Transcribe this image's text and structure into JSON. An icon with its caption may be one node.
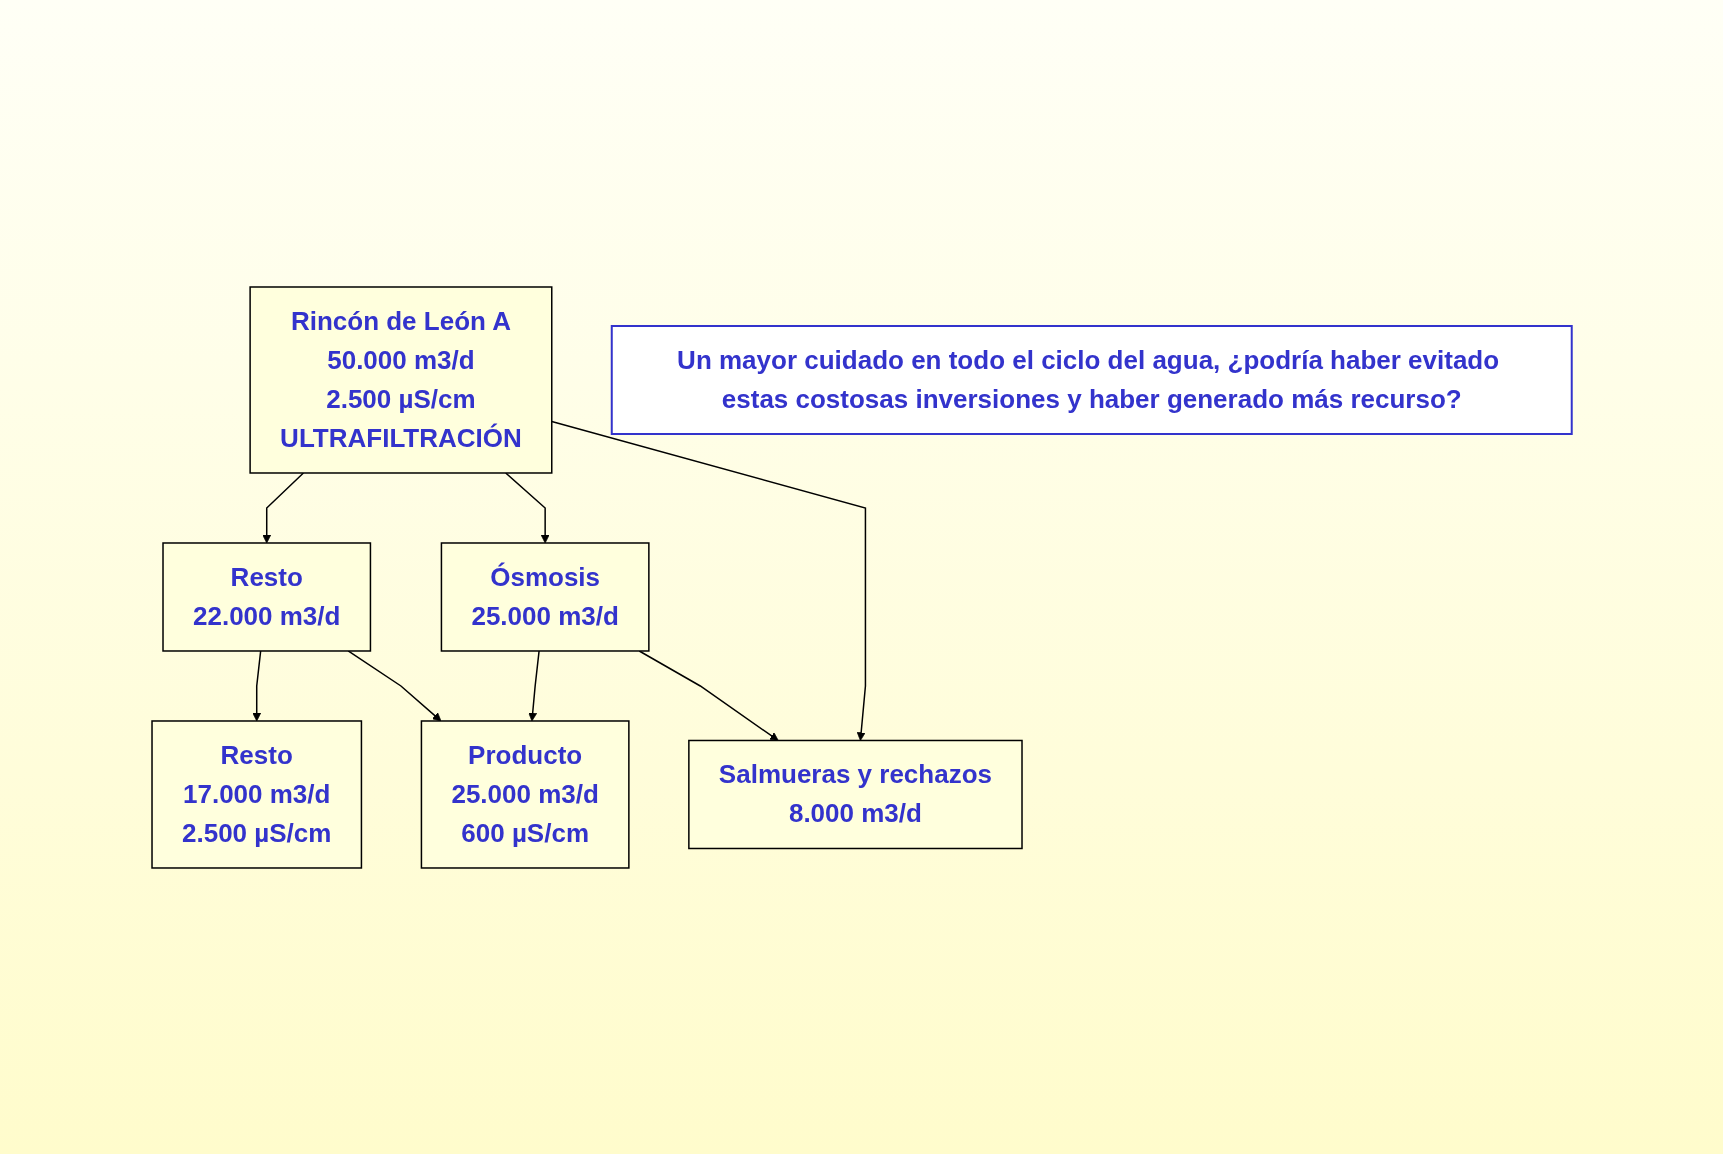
{
  "diagram": {
    "nodes": [
      {
        "text": [
          "Rincón de León A",
          "50.000 m3/d",
          "2.500 µS/cm",
          "ULTRAFILTRACIÓN"
        ]
      },
      {
        "text": [
          "Resto",
          "22.000 m3/d"
        ]
      },
      {
        "text": [
          "Ósmosis",
          "25.000 m3/d"
        ]
      },
      {
        "text": [
          "Resto",
          "17.000 m3/d",
          "2.500 µS/cm"
        ]
      },
      {
        "text": [
          "Producto",
          "25.000 m3/d",
          "600 µS/cm"
        ]
      },
      {
        "text": [
          "Salmueras y rechazos",
          "8.000 m3/d"
        ]
      },
      {
        "text": [
          "Un mayor cuidado en todo el ciclo del agua, ¿podría haber evitado estas costosas inversiones y haber generado más recurso?"
        ]
      }
    ],
    "edges": [
      {
        "from": 0,
        "to": 1,
        "arrow": "to"
      },
      {
        "from": 0,
        "to": 2,
        "arrow": "to"
      },
      {
        "from": 0,
        "to": 5,
        "arrow": "to"
      },
      {
        "from": 1,
        "to": 3,
        "arrow": "to"
      },
      {
        "from": 1,
        "to": 4,
        "arrow": "to"
      },
      {
        "from": 2,
        "to": 4,
        "arrow": "to"
      },
      {
        "from": 2,
        "to": 5,
        "arrow": "to"
      }
    ]
  }
}
